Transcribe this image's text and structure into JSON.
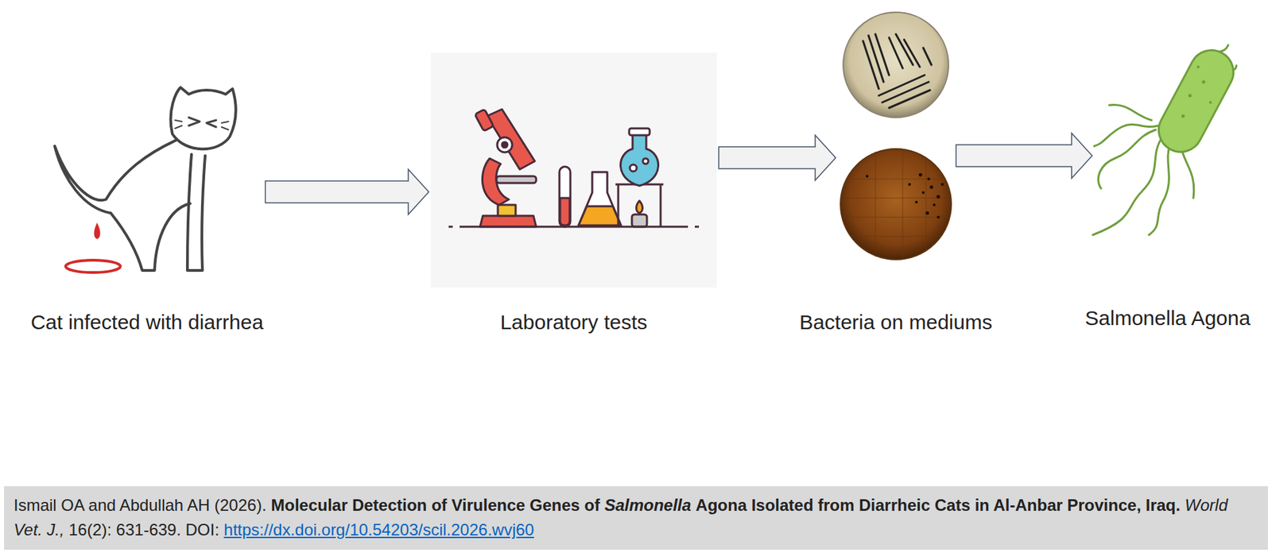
{
  "diagram": {
    "nodes": [
      {
        "text": [
          "Cat infected with diarrhea"
        ]
      },
      {
        "text": [
          "Laboratory tests"
        ]
      },
      {
        "text": [
          "Bacteria on mediums"
        ]
      },
      {
        "text": [
          "Salmonella Agona"
        ]
      }
    ],
    "edges": [
      {
        "from": 0,
        "to": 1,
        "arrow": "to"
      },
      {
        "from": 1,
        "to": 2,
        "arrow": "to"
      },
      {
        "from": 2,
        "to": 3,
        "arrow": "to"
      }
    ],
    "labels": [
      "Ismail OA and Abdullah AH (2026).",
      "Molecular Detection of Virulence Genes of",
      "Salmonella",
      "Agona Isolated from Diarrheic Cats in Al-Anbar Province, Iraq.",
      "World Vet. J.,",
      "16(2): 631-639. DOI:",
      "https://dx.doi.org/10.54203/scil.2026.wvj60"
    ]
  }
}
